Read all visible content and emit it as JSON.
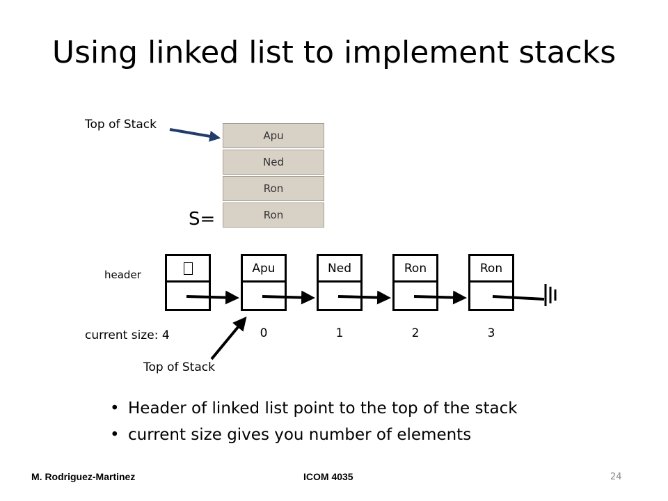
{
  "title": "Using linked list to implement stacks",
  "stack": {
    "top_label": "Top of Stack",
    "name_label": "S=",
    "items": [
      "Apu",
      "Ned",
      "Ron",
      "Ron"
    ]
  },
  "linked_list": {
    "header_label": "header",
    "header_symbol": "",
    "nodes": [
      {
        "value": "Apu",
        "index": "0"
      },
      {
        "value": "Ned",
        "index": "1"
      },
      {
        "value": "Ron",
        "index": "2"
      },
      {
        "value": "Ron",
        "index": "3"
      }
    ],
    "size_label": "current size: 4",
    "top_label": "Top of Stack"
  },
  "bullets": [
    "Header of linked list point to the top of the stack",
    "current size gives you number of elements"
  ],
  "footer": {
    "author": "M. Rodriguez-Martinez",
    "course": "ICOM 4035",
    "page": "24"
  }
}
